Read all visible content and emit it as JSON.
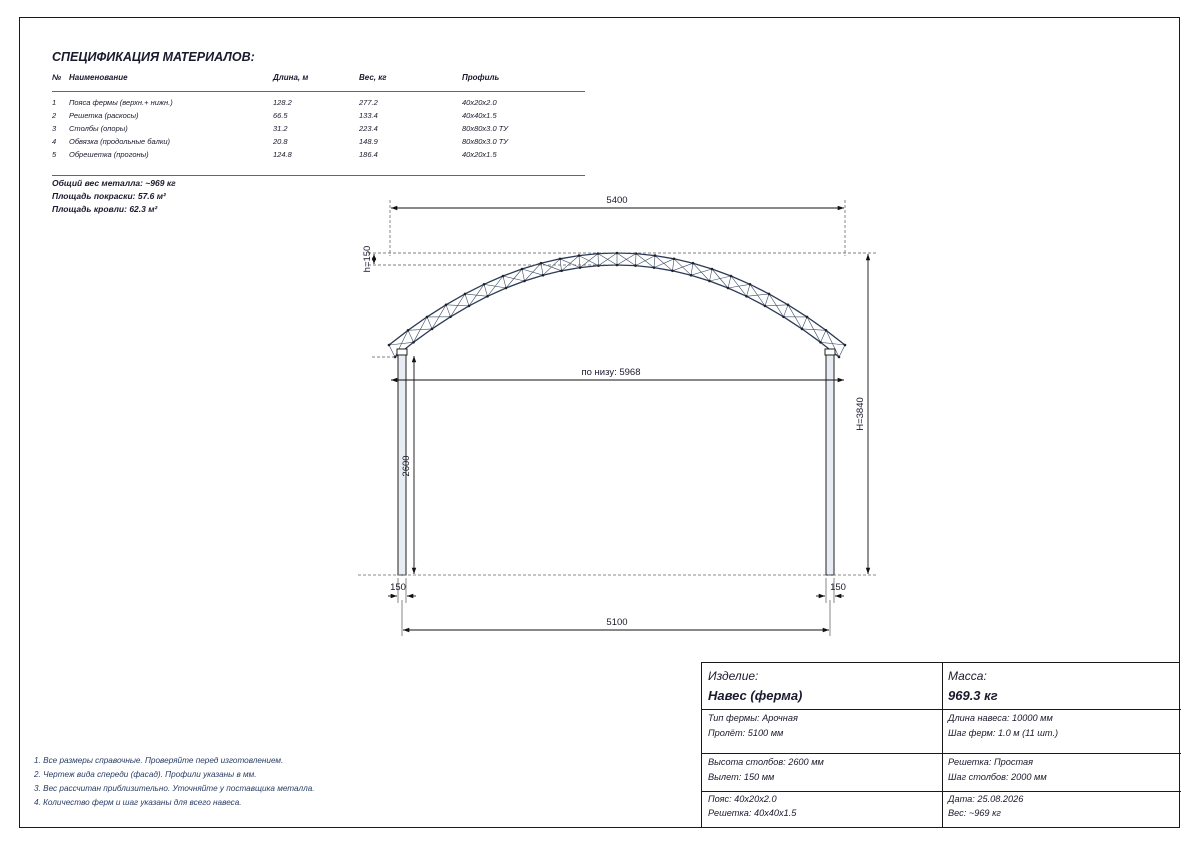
{
  "spec": {
    "title": "СПЕЦИФИКАЦИЯ МАТЕРИАЛОВ:",
    "columns": [
      "№",
      "Наименование",
      "Длина, м",
      "Вес, кг",
      "Профиль"
    ],
    "rows": [
      {
        "no": "1",
        "name": "Пояса фермы (верхн.+ нижн.)",
        "length": "128.2",
        "weight": "277.2",
        "profile": "40x20x2.0"
      },
      {
        "no": "2",
        "name": "Решетка (раскосы)",
        "length": "66.5",
        "weight": "133.4",
        "profile": "40x40x1.5"
      },
      {
        "no": "3",
        "name": "Столбы (опоры)",
        "length": "31.2",
        "weight": "223.4",
        "profile": "80x80x3.0 ТУ"
      },
      {
        "no": "4",
        "name": "Обвязка (продольные балки)",
        "length": "20.8",
        "weight": "148.9",
        "profile": "80x80x3.0 ТУ"
      },
      {
        "no": "5",
        "name": "Обрешетка (прогоны)",
        "length": "124.8",
        "weight": "186.4",
        "profile": "40x20x1.5"
      }
    ],
    "total_weight": "Общий вес металла: ~969 кг",
    "paint_area": "Площадь покраски: 57.6 м²",
    "roof_area": "Площадь кровли: 62.3 м²"
  },
  "drawing": {
    "dim_top": "5400",
    "dim_truss_height": "h=150",
    "dim_bottom_span": "по низу: 5968",
    "dim_total_height": "H=3840",
    "dim_post_height": "2600",
    "dim_post_left": "150",
    "dim_post_right": "150",
    "dim_span": "5100"
  },
  "notes": [
    "1. Все размеры справочные. Проверяйте перед изготовлением.",
    "2. Чертеж вида спереди (фасад). Профили указаны в мм.",
    "3. Вес рассчитан приблизительно. Уточняйте у поставщика металла.",
    "4. Количество ферм и шаг указаны для всего навеса."
  ],
  "title_block": {
    "product_label": "Изделие:",
    "product_value": "Навес (ферма)",
    "mass_label": "Масса:",
    "mass_value": "969.3 кг",
    "truss_type": "Тип фермы: Арочная",
    "span": "Пролёт: 5100 мм",
    "canopy_length": "Длина навеса: 10000 мм",
    "truss_step": "Шаг ферм: 1.0 м (11 шт.)",
    "post_height": "Высота столбов: 2600 мм",
    "overhang": "Вылет: 150 мм",
    "lattice": "Решетка: Простая",
    "post_step": "Шаг столбов: 2000 мм",
    "chord": "Пояс: 40x20x2.0",
    "lattice_profile": "Решетка: 40x40x1.5",
    "date": "Дата: 25.08.2026",
    "weight": "Вес: ~969 кг"
  }
}
